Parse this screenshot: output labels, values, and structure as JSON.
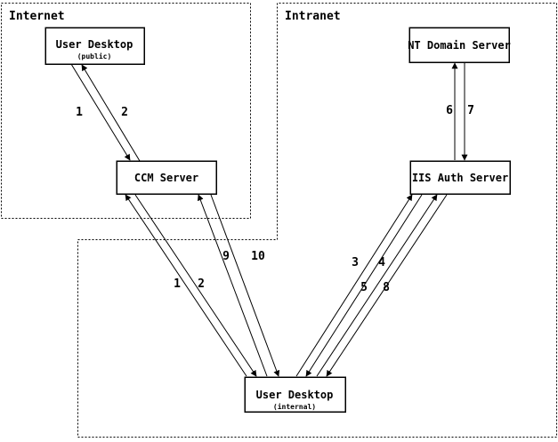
{
  "regions": {
    "internet": {
      "label": "Internet"
    },
    "intranet": {
      "label": "Intranet"
    }
  },
  "nodes": {
    "user_desktop_public": {
      "title": "User Desktop",
      "subtitle": "(public)"
    },
    "ccm_server": {
      "title": "CCM Server"
    },
    "nt_domain_server": {
      "title": "NT Domain Server"
    },
    "iis_auth_server": {
      "title": "IIS Auth Server"
    },
    "user_desktop_internal": {
      "title": "User Desktop",
      "subtitle": "(internal)"
    }
  },
  "edges": [
    {
      "label": "1",
      "from": "user_desktop_public",
      "to": "ccm_server"
    },
    {
      "label": "2",
      "from": "ccm_server",
      "to": "user_desktop_public"
    },
    {
      "label": "1",
      "from": "user_desktop_internal",
      "to": "ccm_server"
    },
    {
      "label": "2",
      "from": "ccm_server",
      "to": "user_desktop_internal"
    },
    {
      "label": "9",
      "from": "user_desktop_internal",
      "to": "ccm_server"
    },
    {
      "label": "10",
      "from": "ccm_server",
      "to": "user_desktop_internal"
    },
    {
      "label": "3",
      "from": "user_desktop_internal",
      "to": "iis_auth_server"
    },
    {
      "label": "4",
      "from": "iis_auth_server",
      "to": "user_desktop_internal"
    },
    {
      "label": "5",
      "from": "user_desktop_internal",
      "to": "iis_auth_server"
    },
    {
      "label": "8",
      "from": "iis_auth_server",
      "to": "user_desktop_internal"
    },
    {
      "label": "6",
      "from": "iis_auth_server",
      "to": "nt_domain_server"
    },
    {
      "label": "7",
      "from": "nt_domain_server",
      "to": "iis_auth_server"
    }
  ],
  "colors": {
    "line": "#000000",
    "node_fill": "#ffffff",
    "background": "#ffffff"
  }
}
